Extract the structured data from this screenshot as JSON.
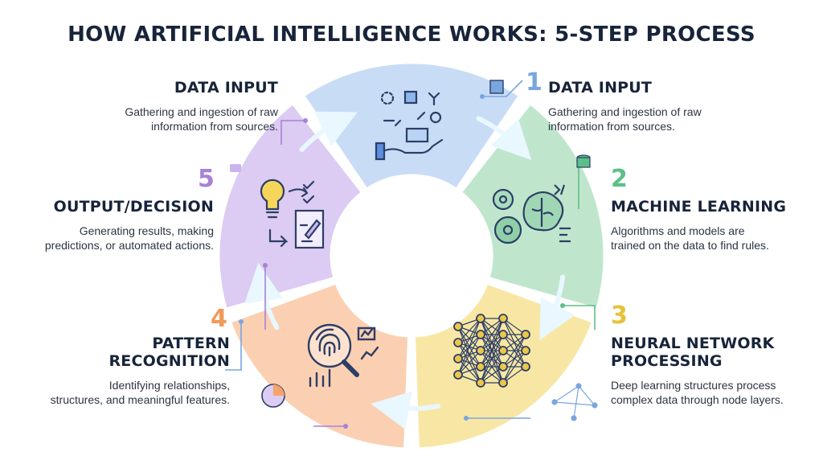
{
  "title": "HOW ARTIFICIAL INTELLIGENCE WORKS: 5-STEP PROCESS",
  "steps": [
    {
      "number": "1",
      "label": "DATA INPUT",
      "desc_line1": "Gathering and ingestion of raw",
      "desc_line2": "information from sources.",
      "color": "#7aa6e0",
      "fill": "#c9dcf6"
    },
    {
      "number": "2",
      "label": "MACHINE LEARNING",
      "desc_line1": "Algorithms and models are",
      "desc_line2": "trained on the data to find rules.",
      "color": "#5cbf88",
      "fill": "#bfe6cc"
    },
    {
      "number": "3",
      "label_line1": "NEURAL NETWORK",
      "label_line2": "PROCESSING",
      "desc_line1": "Deep learning structures process",
      "desc_line2": "complex data through node layers.",
      "color": "#e6c23c",
      "fill": "#f8e7a4"
    },
    {
      "number": "4",
      "label_line1": "PATTERN",
      "label_line2": "RECOGNITION",
      "desc_line1": "Identifying relationships,",
      "desc_line2": "structures, and meaningful features.",
      "color": "#ef9a5a",
      "fill": "#fbd0b2"
    },
    {
      "number": "5",
      "label": "OUTPUT/DECISION",
      "desc_line1": "Generating results, making",
      "desc_line2": "predictions, or automated actions.",
      "color": "#a782d6",
      "fill": "#dccbf2"
    }
  ],
  "top_left": {
    "label": "DATA INPUT",
    "desc_line1": "Gathering and ingestion of raw",
    "desc_line2": "information from sources."
  }
}
